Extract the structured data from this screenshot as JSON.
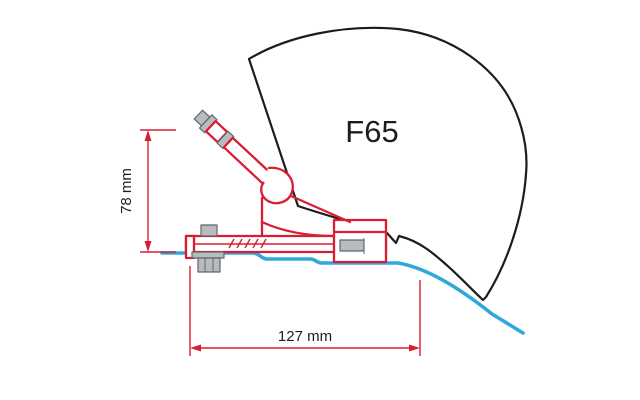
{
  "diagram": {
    "product_label": "F65",
    "dimensions": {
      "height": {
        "label": "78 mm"
      },
      "width": {
        "label": "127 mm"
      }
    },
    "colors": {
      "bracket_red": "#d81e34",
      "dimension_red": "#d81e34",
      "roof_blue": "#2fa8dc",
      "outline": "#1d1d1b",
      "hardware_grey": "#b9bcbe",
      "hardware_outline": "#63666a",
      "text": "#1d1d1b"
    }
  }
}
